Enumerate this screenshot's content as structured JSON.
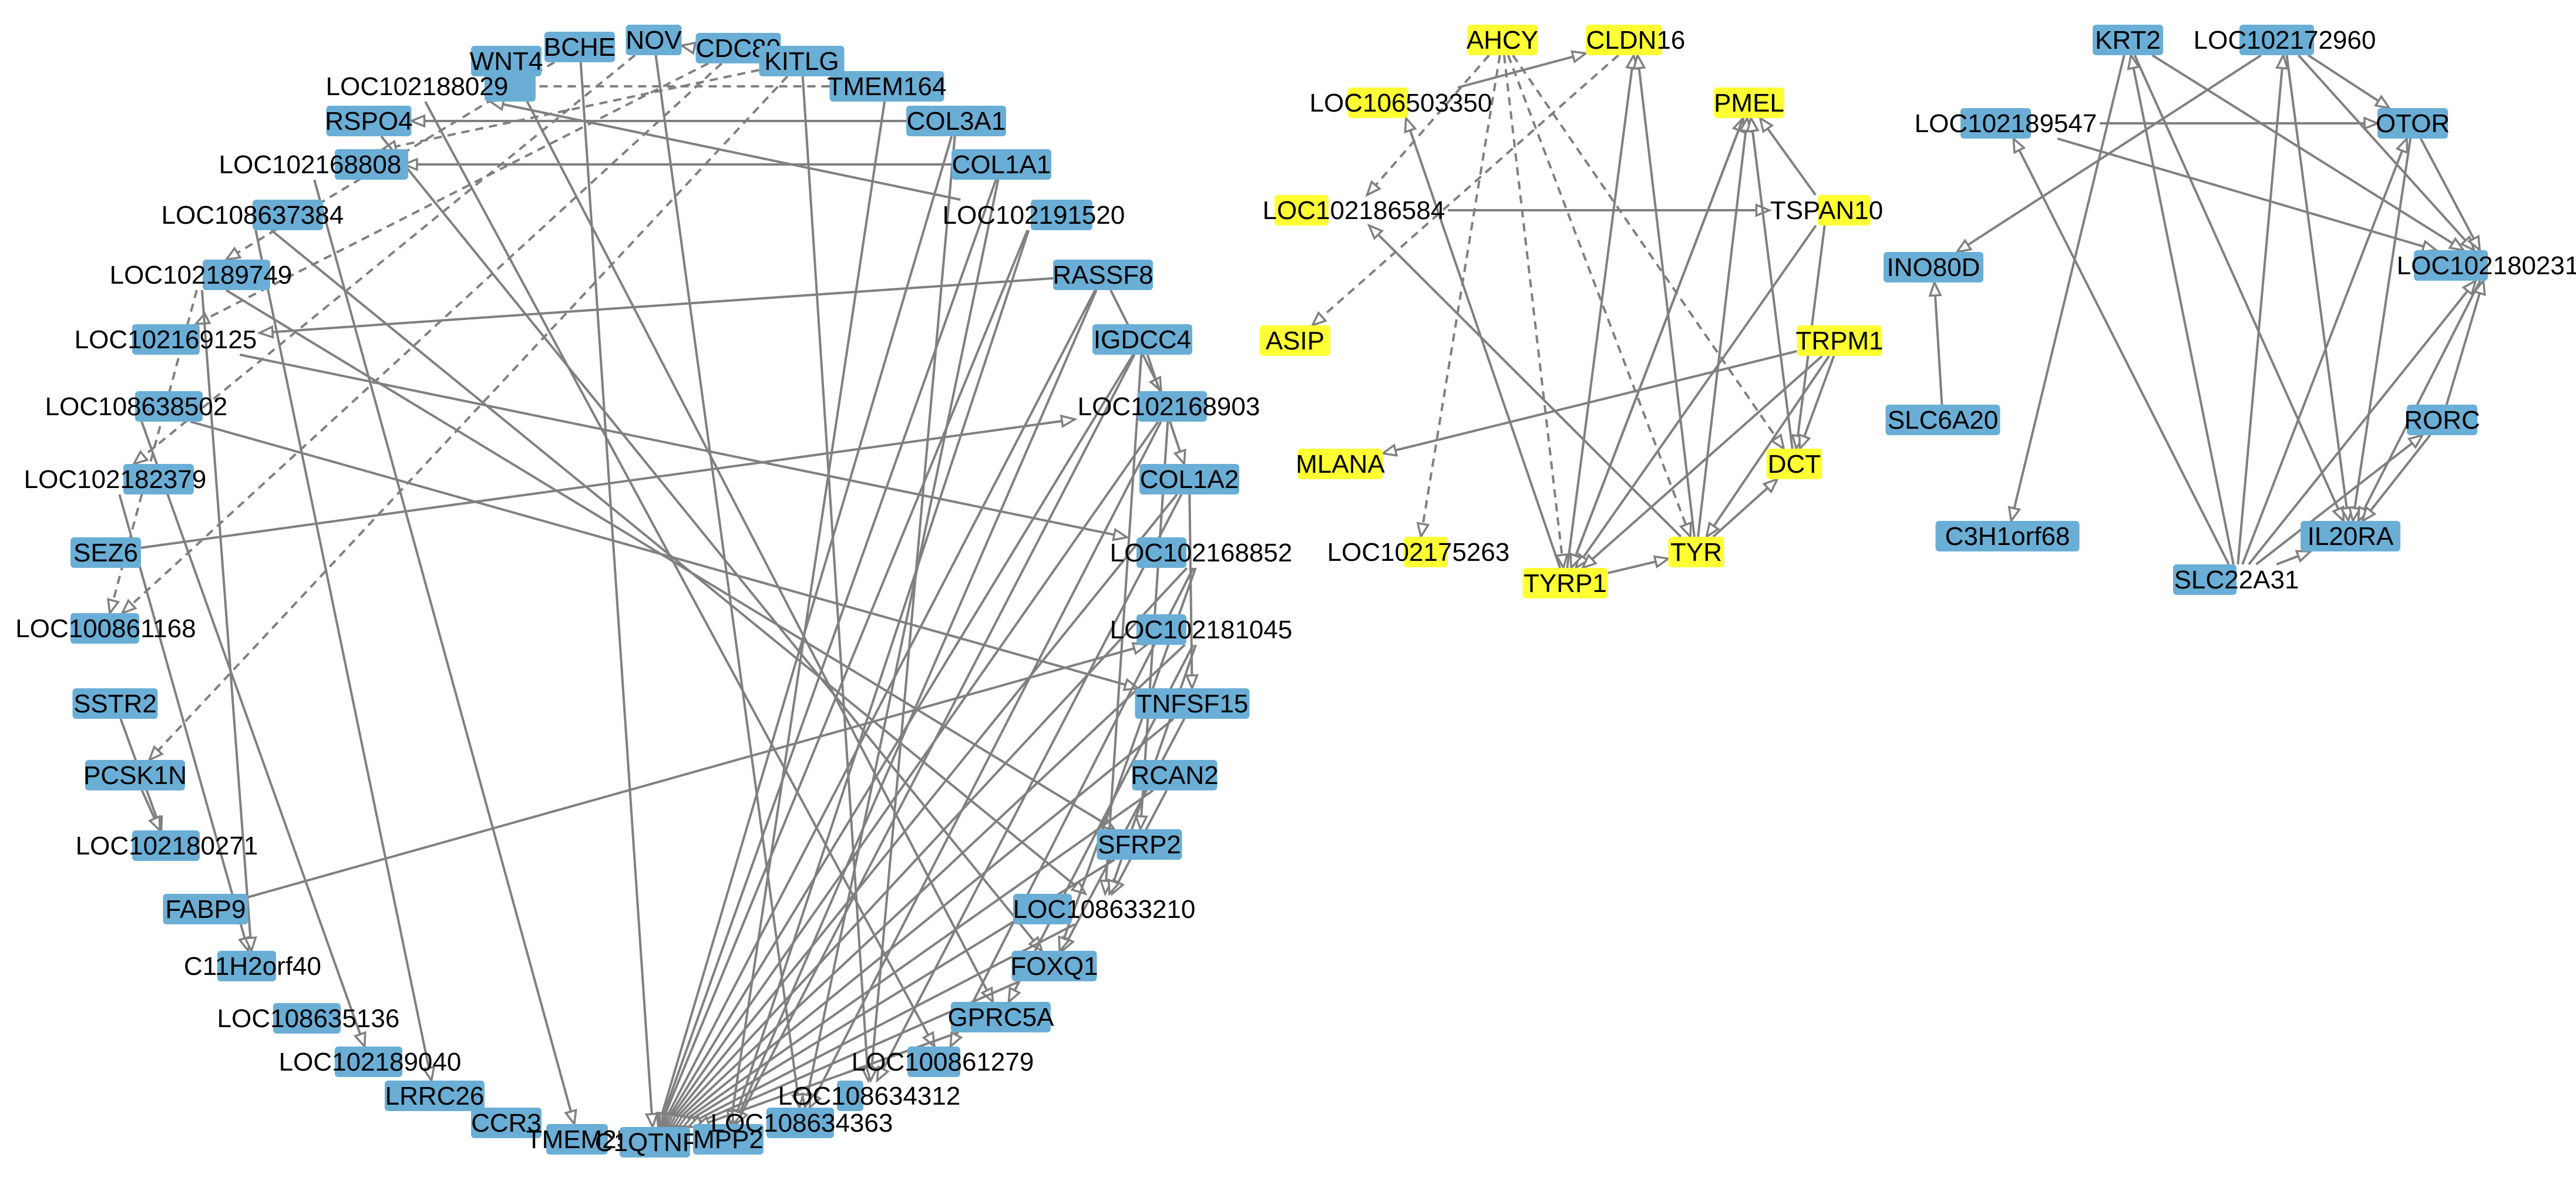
{
  "colors": {
    "blue_node": "#6aaed6",
    "yellow_node": "#ffff33",
    "edge": "#808080"
  },
  "nodes": [
    {
      "id": "WNT4",
      "group": "blue"
    },
    {
      "id": "BCHE",
      "group": "blue"
    },
    {
      "id": "NOV",
      "group": "blue"
    },
    {
      "id": "CDC80",
      "group": "blue"
    },
    {
      "id": "KITLG",
      "group": "blue"
    },
    {
      "id": "TMEM164",
      "group": "blue"
    },
    {
      "id": "LOC102188029",
      "group": "blue"
    },
    {
      "id": "RSPO4",
      "group": "blue"
    },
    {
      "id": "COL3A1",
      "group": "blue"
    },
    {
      "id": "COL1A1",
      "group": "blue"
    },
    {
      "id": "LOC102168808",
      "group": "blue"
    },
    {
      "id": "LOC108637384",
      "group": "blue"
    },
    {
      "id": "LOC102191520",
      "group": "blue"
    },
    {
      "id": "LOC102189749",
      "group": "blue"
    },
    {
      "id": "RASSF8",
      "group": "blue"
    },
    {
      "id": "LOC102169125",
      "group": "blue"
    },
    {
      "id": "IGDCC4",
      "group": "blue"
    },
    {
      "id": "LOC108638502",
      "group": "blue"
    },
    {
      "id": "LOC102168903",
      "group": "blue"
    },
    {
      "id": "LOC102182379",
      "group": "blue"
    },
    {
      "id": "COL1A2",
      "group": "blue"
    },
    {
      "id": "SEZ6",
      "group": "blue"
    },
    {
      "id": "LOC102168852",
      "group": "blue"
    },
    {
      "id": "LOC100861168",
      "group": "blue"
    },
    {
      "id": "LOC102181045",
      "group": "blue"
    },
    {
      "id": "SSTR2",
      "group": "blue"
    },
    {
      "id": "TNFSF15",
      "group": "blue"
    },
    {
      "id": "PCSK1N",
      "group": "blue"
    },
    {
      "id": "RCAN2",
      "group": "blue"
    },
    {
      "id": "LOC102180271",
      "group": "blue"
    },
    {
      "id": "SFRP2",
      "group": "blue"
    },
    {
      "id": "FABP9",
      "group": "blue"
    },
    {
      "id": "LOC108633210",
      "group": "blue"
    },
    {
      "id": "C11H2orf40",
      "group": "blue"
    },
    {
      "id": "FOXQ1",
      "group": "blue"
    },
    {
      "id": "LOC108635136",
      "group": "blue"
    },
    {
      "id": "GPRC5A",
      "group": "blue"
    },
    {
      "id": "LOC102189040",
      "group": "blue"
    },
    {
      "id": "LOC100861279",
      "group": "blue"
    },
    {
      "id": "LRRC26",
      "group": "blue"
    },
    {
      "id": "LOC108634312",
      "group": "blue"
    },
    {
      "id": "CCR3",
      "group": "blue"
    },
    {
      "id": "TMEM25",
      "group": "blue"
    },
    {
      "id": "C1QTNF8",
      "group": "blue"
    },
    {
      "id": "MPP2",
      "group": "blue"
    },
    {
      "id": "LOC108634363",
      "group": "blue"
    },
    {
      "id": "AHCY",
      "group": "yellow"
    },
    {
      "id": "CLDN16",
      "group": "yellow"
    },
    {
      "id": "LOC106503350",
      "group": "yellow"
    },
    {
      "id": "PMEL",
      "group": "yellow"
    },
    {
      "id": "LOC102186584",
      "group": "yellow"
    },
    {
      "id": "TSPAN10",
      "group": "yellow"
    },
    {
      "id": "ASIP",
      "group": "yellow"
    },
    {
      "id": "TRPM1",
      "group": "yellow"
    },
    {
      "id": "MLANA",
      "group": "yellow"
    },
    {
      "id": "DCT",
      "group": "yellow"
    },
    {
      "id": "LOC102175263",
      "group": "yellow"
    },
    {
      "id": "TYR",
      "group": "yellow"
    },
    {
      "id": "TYRP1",
      "group": "yellow"
    },
    {
      "id": "KRT2",
      "group": "blue"
    },
    {
      "id": "LOC102172960",
      "group": "blue"
    },
    {
      "id": "LOC102189547",
      "group": "blue"
    },
    {
      "id": "OTOR",
      "group": "blue"
    },
    {
      "id": "INO80D",
      "group": "blue"
    },
    {
      "id": "LOC102180231",
      "group": "blue"
    },
    {
      "id": "SLC6A20",
      "group": "blue"
    },
    {
      "id": "RORC",
      "group": "blue"
    },
    {
      "id": "C3H1orf68",
      "group": "blue"
    },
    {
      "id": "IL20RA",
      "group": "blue"
    },
    {
      "id": "SLC22A31",
      "group": "blue"
    }
  ],
  "edges": [
    {
      "from": "KITLG",
      "to": "LOC102168808",
      "style": "dashed"
    },
    {
      "from": "TMEM164",
      "to": "LOC102188029",
      "style": "dashed"
    },
    {
      "from": "BCHE",
      "to": "LOC102189749",
      "style": "dashed"
    },
    {
      "from": "CDC80",
      "to": "LOC102169125",
      "style": "dashed"
    },
    {
      "from": "NOV",
      "to": "LOC102182379",
      "style": "dashed"
    },
    {
      "from": "CDC80",
      "to": "LOC100861168",
      "style": "dashed"
    },
    {
      "from": "KITLG",
      "to": "PCSK1N",
      "style": "dashed"
    },
    {
      "from": "TMEM164",
      "to": "NOV",
      "style": "dashed"
    },
    {
      "from": "LOC102189749",
      "to": "LOC100861168",
      "style": "dashed"
    },
    {
      "from": "SSTR2",
      "to": "LOC102180271",
      "style": "solid"
    },
    {
      "from": "PCSK1N",
      "to": "LOC102180271",
      "style": "solid"
    },
    {
      "from": "LOC102182379",
      "to": "C11H2orf40",
      "style": "solid"
    },
    {
      "from": "SEZ6",
      "to": "LOC102168903",
      "style": "solid"
    },
    {
      "from": "FABP9",
      "to": "LOC102181045",
      "style": "solid"
    },
    {
      "from": "RASSF8",
      "to": "LOC102169125",
      "style": "solid"
    },
    {
      "from": "LOC102191520",
      "to": "LOC102188029",
      "style": "solid"
    },
    {
      "from": "COL1A1",
      "to": "LOC102168808",
      "style": "solid"
    },
    {
      "from": "COL3A1",
      "to": "RSPO4",
      "style": "solid"
    },
    {
      "from": "LOC102189749",
      "to": "C11H2orf40",
      "style": "solid"
    },
    {
      "from": "LOC108638502",
      "to": "LOC102189040",
      "style": "solid"
    },
    {
      "from": "LOC108637384",
      "to": "LRRC26",
      "style": "solid"
    },
    {
      "from": "LOC102168808",
      "to": "TMEM25",
      "style": "solid"
    },
    {
      "from": "LOC102169125",
      "to": "LOC102168852",
      "style": "solid"
    },
    {
      "from": "LOC108638502",
      "to": "TNFSF15",
      "style": "solid"
    },
    {
      "from": "LOC102189749",
      "to": "SFRP2",
      "style": "solid"
    },
    {
      "from": "LOC108637384",
      "to": "LOC108633210",
      "style": "solid"
    },
    {
      "from": "RSPO4",
      "to": "FOXQ1",
      "style": "solid"
    },
    {
      "from": "WNT4",
      "to": "GPRC5A",
      "style": "solid"
    },
    {
      "from": "LOC102188029",
      "to": "LOC100861279",
      "style": "solid"
    },
    {
      "from": "KITLG",
      "to": "LOC108634312",
      "style": "solid"
    },
    {
      "from": "NOV",
      "to": "LOC108634363",
      "style": "solid"
    },
    {
      "from": "BCHE",
      "to": "C1QTNF8",
      "style": "solid"
    },
    {
      "from": "TMEM164",
      "to": "MPP2",
      "style": "solid"
    },
    {
      "from": "COL3A1",
      "to": "C1QTNF8",
      "style": "solid"
    },
    {
      "from": "COL1A1",
      "to": "C1QTNF8",
      "style": "solid"
    },
    {
      "from": "LOC102191520",
      "to": "C1QTNF8",
      "style": "solid"
    },
    {
      "from": "RASSF8",
      "to": "C1QTNF8",
      "style": "solid"
    },
    {
      "from": "IGDCC4",
      "to": "C1QTNF8",
      "style": "solid"
    },
    {
      "from": "LOC102168903",
      "to": "C1QTNF8",
      "style": "solid"
    },
    {
      "from": "COL1A2",
      "to": "C1QTNF8",
      "style": "solid"
    },
    {
      "from": "LOC102168852",
      "to": "C1QTNF8",
      "style": "solid"
    },
    {
      "from": "LOC102181045",
      "to": "C1QTNF8",
      "style": "solid"
    },
    {
      "from": "TNFSF15",
      "to": "C1QTNF8",
      "style": "solid"
    },
    {
      "from": "RCAN2",
      "to": "C1QTNF8",
      "style": "solid"
    },
    {
      "from": "SFRP2",
      "to": "C1QTNF8",
      "style": "solid"
    },
    {
      "from": "LOC108633210",
      "to": "C1QTNF8",
      "style": "solid"
    },
    {
      "from": "FOXQ1",
      "to": "C1QTNF8",
      "style": "solid"
    },
    {
      "from": "GPRC5A",
      "to": "C1QTNF8",
      "style": "solid"
    },
    {
      "from": "RASSF8",
      "to": "MPP2",
      "style": "solid"
    },
    {
      "from": "IGDCC4",
      "to": "MPP2",
      "style": "solid"
    },
    {
      "from": "LOC102168903",
      "to": "LOC108634363",
      "style": "solid"
    },
    {
      "from": "COL1A2",
      "to": "LOC108634312",
      "style": "solid"
    },
    {
      "from": "LOC102168852",
      "to": "LOC100861279",
      "style": "solid"
    },
    {
      "from": "LOC102181045",
      "to": "GPRC5A",
      "style": "solid"
    },
    {
      "from": "TNFSF15",
      "to": "FOXQ1",
      "style": "solid"
    },
    {
      "from": "RCAN2",
      "to": "LOC108633210",
      "style": "solid"
    },
    {
      "from": "LOC102191520",
      "to": "MPP2",
      "style": "solid"
    },
    {
      "from": "COL1A1",
      "to": "LOC108634363",
      "style": "solid"
    },
    {
      "from": "COL3A1",
      "to": "LOC108634312",
      "style": "solid"
    },
    {
      "from": "IGDCC4",
      "to": "LOC108633210",
      "style": "solid"
    },
    {
      "from": "LOC102168903",
      "to": "SFRP2",
      "style": "solid"
    },
    {
      "from": "COL1A2",
      "to": "TNFSF15",
      "style": "solid"
    },
    {
      "from": "RASSF8",
      "to": "LOC102168903",
      "style": "solid"
    },
    {
      "from": "IGDCC4",
      "to": "COL1A2",
      "style": "solid"
    },
    {
      "from": "LOC102168852",
      "to": "FOXQ1",
      "style": "solid"
    },
    {
      "from": "LOC102181045",
      "to": "LOC108633210",
      "style": "solid"
    },
    {
      "from": "AHCY",
      "to": "LOC102186584",
      "style": "dashed"
    },
    {
      "from": "AHCY",
      "to": "LOC102175263",
      "style": "dashed"
    },
    {
      "from": "AHCY",
      "to": "TYRP1",
      "style": "dashed"
    },
    {
      "from": "AHCY",
      "to": "TYR",
      "style": "dashed"
    },
    {
      "from": "AHCY",
      "to": "DCT",
      "style": "dashed"
    },
    {
      "from": "CLDN16",
      "to": "ASIP",
      "style": "dashed"
    },
    {
      "from": "LOC106503350",
      "to": "CLDN16",
      "style": "solid"
    },
    {
      "from": "LOC102186584",
      "to": "TSPAN10",
      "style": "solid"
    },
    {
      "from": "TRPM1",
      "to": "MLANA",
      "style": "solid"
    },
    {
      "from": "TYRP1",
      "to": "LOC106503350",
      "style": "solid"
    },
    {
      "from": "TYR",
      "to": "LOC102186584",
      "style": "solid"
    },
    {
      "from": "TYRP1",
      "to": "CLDN16",
      "style": "solid"
    },
    {
      "from": "TYR",
      "to": "CLDN16",
      "style": "solid"
    },
    {
      "from": "TYRP1",
      "to": "PMEL",
      "style": "solid"
    },
    {
      "from": "TYR",
      "to": "PMEL",
      "style": "solid"
    },
    {
      "from": "DCT",
      "to": "PMEL",
      "style": "solid"
    },
    {
      "from": "TSPAN10",
      "to": "PMEL",
      "style": "solid"
    },
    {
      "from": "TSPAN10",
      "to": "TYRP1",
      "style": "solid"
    },
    {
      "from": "TSPAN10",
      "to": "DCT",
      "style": "solid"
    },
    {
      "from": "TRPM1",
      "to": "TYRP1",
      "style": "solid"
    },
    {
      "from": "TRPM1",
      "to": "TYR",
      "style": "solid"
    },
    {
      "from": "TRPM1",
      "to": "DCT",
      "style": "solid"
    },
    {
      "from": "TYR",
      "to": "DCT",
      "style": "solid"
    },
    {
      "from": "TYRP1",
      "to": "TYR",
      "style": "solid"
    },
    {
      "from": "PMEL",
      "to": "TYRP1",
      "style": "solid"
    },
    {
      "from": "SLC6A20",
      "to": "INO80D",
      "style": "solid"
    },
    {
      "from": "LOC102172960",
      "to": "INO80D",
      "style": "solid"
    },
    {
      "from": "KRT2",
      "to": "C3H1orf68",
      "style": "solid"
    },
    {
      "from": "LOC102189547",
      "to": "OTOR",
      "style": "solid"
    },
    {
      "from": "KRT2",
      "to": "LOC102180231",
      "style": "solid"
    },
    {
      "from": "LOC102189547",
      "to": "LOC102180231",
      "style": "solid"
    },
    {
      "from": "LOC102172960",
      "to": "LOC102180231",
      "style": "solid"
    },
    {
      "from": "OTOR",
      "to": "LOC102180231",
      "style": "solid"
    },
    {
      "from": "RORC",
      "to": "LOC102180231",
      "style": "solid"
    },
    {
      "from": "SLC22A31",
      "to": "LOC102189547",
      "style": "solid"
    },
    {
      "from": "SLC22A31",
      "to": "KRT2",
      "style": "solid"
    },
    {
      "from": "SLC22A31",
      "to": "LOC102172960",
      "style": "solid"
    },
    {
      "from": "SLC22A31",
      "to": "OTOR",
      "style": "solid"
    },
    {
      "from": "SLC22A31",
      "to": "LOC102180231",
      "style": "solid"
    },
    {
      "from": "SLC22A31",
      "to": "RORC",
      "style": "solid"
    },
    {
      "from": "SLC22A31",
      "to": "IL20RA",
      "style": "solid"
    },
    {
      "from": "KRT2",
      "to": "IL20RA",
      "style": "solid"
    },
    {
      "from": "LOC102172960",
      "to": "IL20RA",
      "style": "solid"
    },
    {
      "from": "OTOR",
      "to": "IL20RA",
      "style": "solid"
    },
    {
      "from": "LOC102180231",
      "to": "IL20RA",
      "style": "solid"
    },
    {
      "from": "RORC",
      "to": "IL20RA",
      "style": "solid"
    },
    {
      "from": "LOC102172960",
      "to": "OTOR",
      "style": "solid"
    }
  ]
}
